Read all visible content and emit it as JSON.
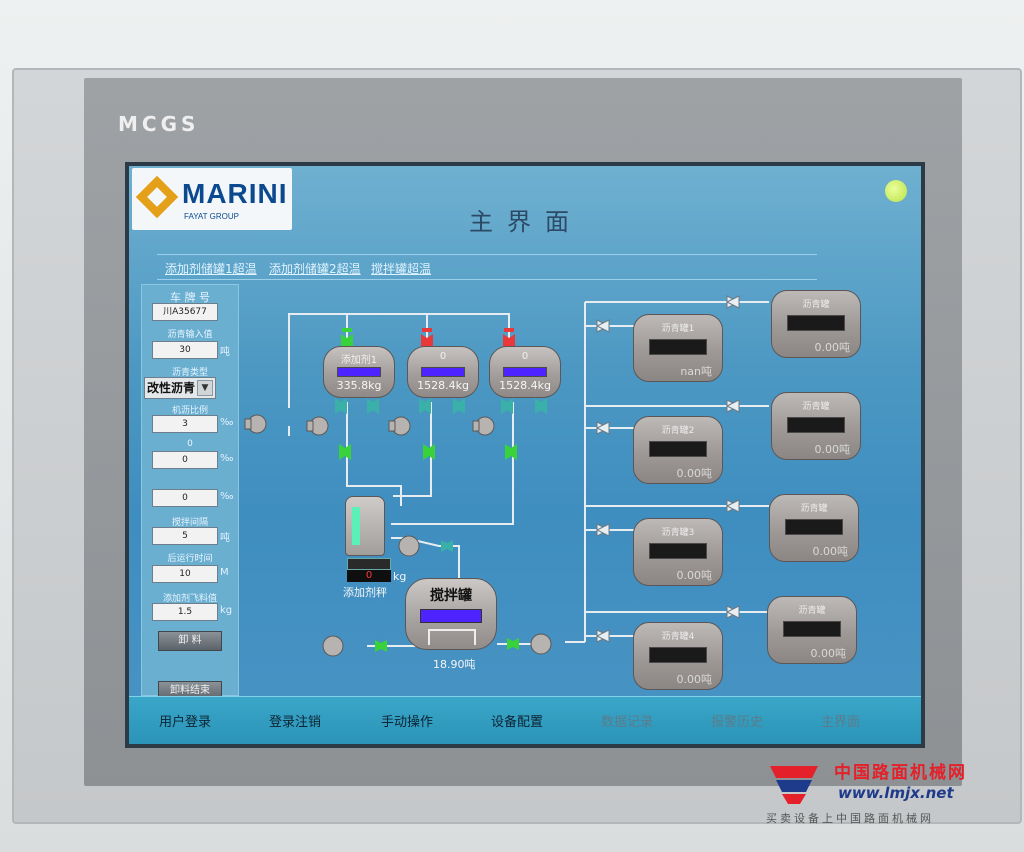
{
  "device": {
    "brand": "MCGS"
  },
  "header": {
    "logo_name": "MARINI",
    "logo_sub": "FAYAT GROUP",
    "title": "主界面"
  },
  "alarms": [
    "添加剂储罐1超温",
    "添加剂储罐2超温",
    "搅拌罐超温"
  ],
  "left_panel": {
    "plate_label": "车 牌 号",
    "plate_value": "川A35677",
    "asphalt_input_label": "沥青输入值",
    "asphalt_input_value": "30",
    "asphalt_input_unit": "吨",
    "asphalt_type_label": "沥青类型",
    "asphalt_type_value": "改性沥青",
    "asphalt_ratio_label": "机沥比例",
    "asphalt_ratio_value": "3",
    "asphalt_ratio_unit": "‰",
    "ratio2_label": "0",
    "ratio2_value": "0",
    "ratio2_unit": "‰",
    "ratio3_value": "0",
    "ratio3_unit": "‰",
    "mix_interval_label": "搅拌间隔",
    "mix_interval_value": "5",
    "mix_interval_unit": "吨",
    "post_run_label": "后运行时间",
    "post_run_value": "10",
    "post_run_unit": "M",
    "fly_label": "添加剂飞料值",
    "fly_value": "1.5",
    "fly_unit": "kg",
    "unload_button": "卸 料",
    "unload_end_button": "卸料结束"
  },
  "process": {
    "additive_tanks": [
      {
        "label": "添加剂1",
        "value": "335.8kg"
      },
      {
        "label": "0",
        "value": "1528.4kg"
      },
      {
        "label": "0",
        "value": "1528.4kg"
      }
    ],
    "additive_scale_value": "0",
    "additive_scale_unit": "kg",
    "additive_label": "添加剂秤",
    "mix_tank_label": "搅拌罐",
    "mix_tank_value": "18.90吨",
    "asphalt_tanks": [
      {
        "label": "沥青罐1",
        "value": "nan吨"
      },
      {
        "label": "沥青罐2",
        "value": "0.00吨"
      },
      {
        "label": "沥青罐3",
        "value": "0.00吨"
      },
      {
        "label": "沥青罐4",
        "value": "0.00吨"
      }
    ],
    "right_tanks": [
      {
        "label": "沥青罐",
        "value": "0.00吨"
      },
      {
        "label": "沥青罐",
        "value": "0.00吨"
      },
      {
        "label": "沥青罐",
        "value": "0.00吨"
      },
      {
        "label": "沥青罐",
        "value": "0.00吨"
      }
    ]
  },
  "nav": [
    "用户登录",
    "登录注销",
    "手动操作",
    "设备配置",
    "数据记录",
    "报警历史",
    "主界面"
  ],
  "watermark": {
    "cn": "中国路面机械网",
    "url": "www.lmjx.net",
    "slogan": "买卖设备上中国路面机械网"
  },
  "colors": {
    "screen_bg": "#4c98c3",
    "valve_green": "#39d23a",
    "valve_red": "#e8383a",
    "tank_display": "#4d24ff",
    "nav_bg": "#2b94b8"
  }
}
